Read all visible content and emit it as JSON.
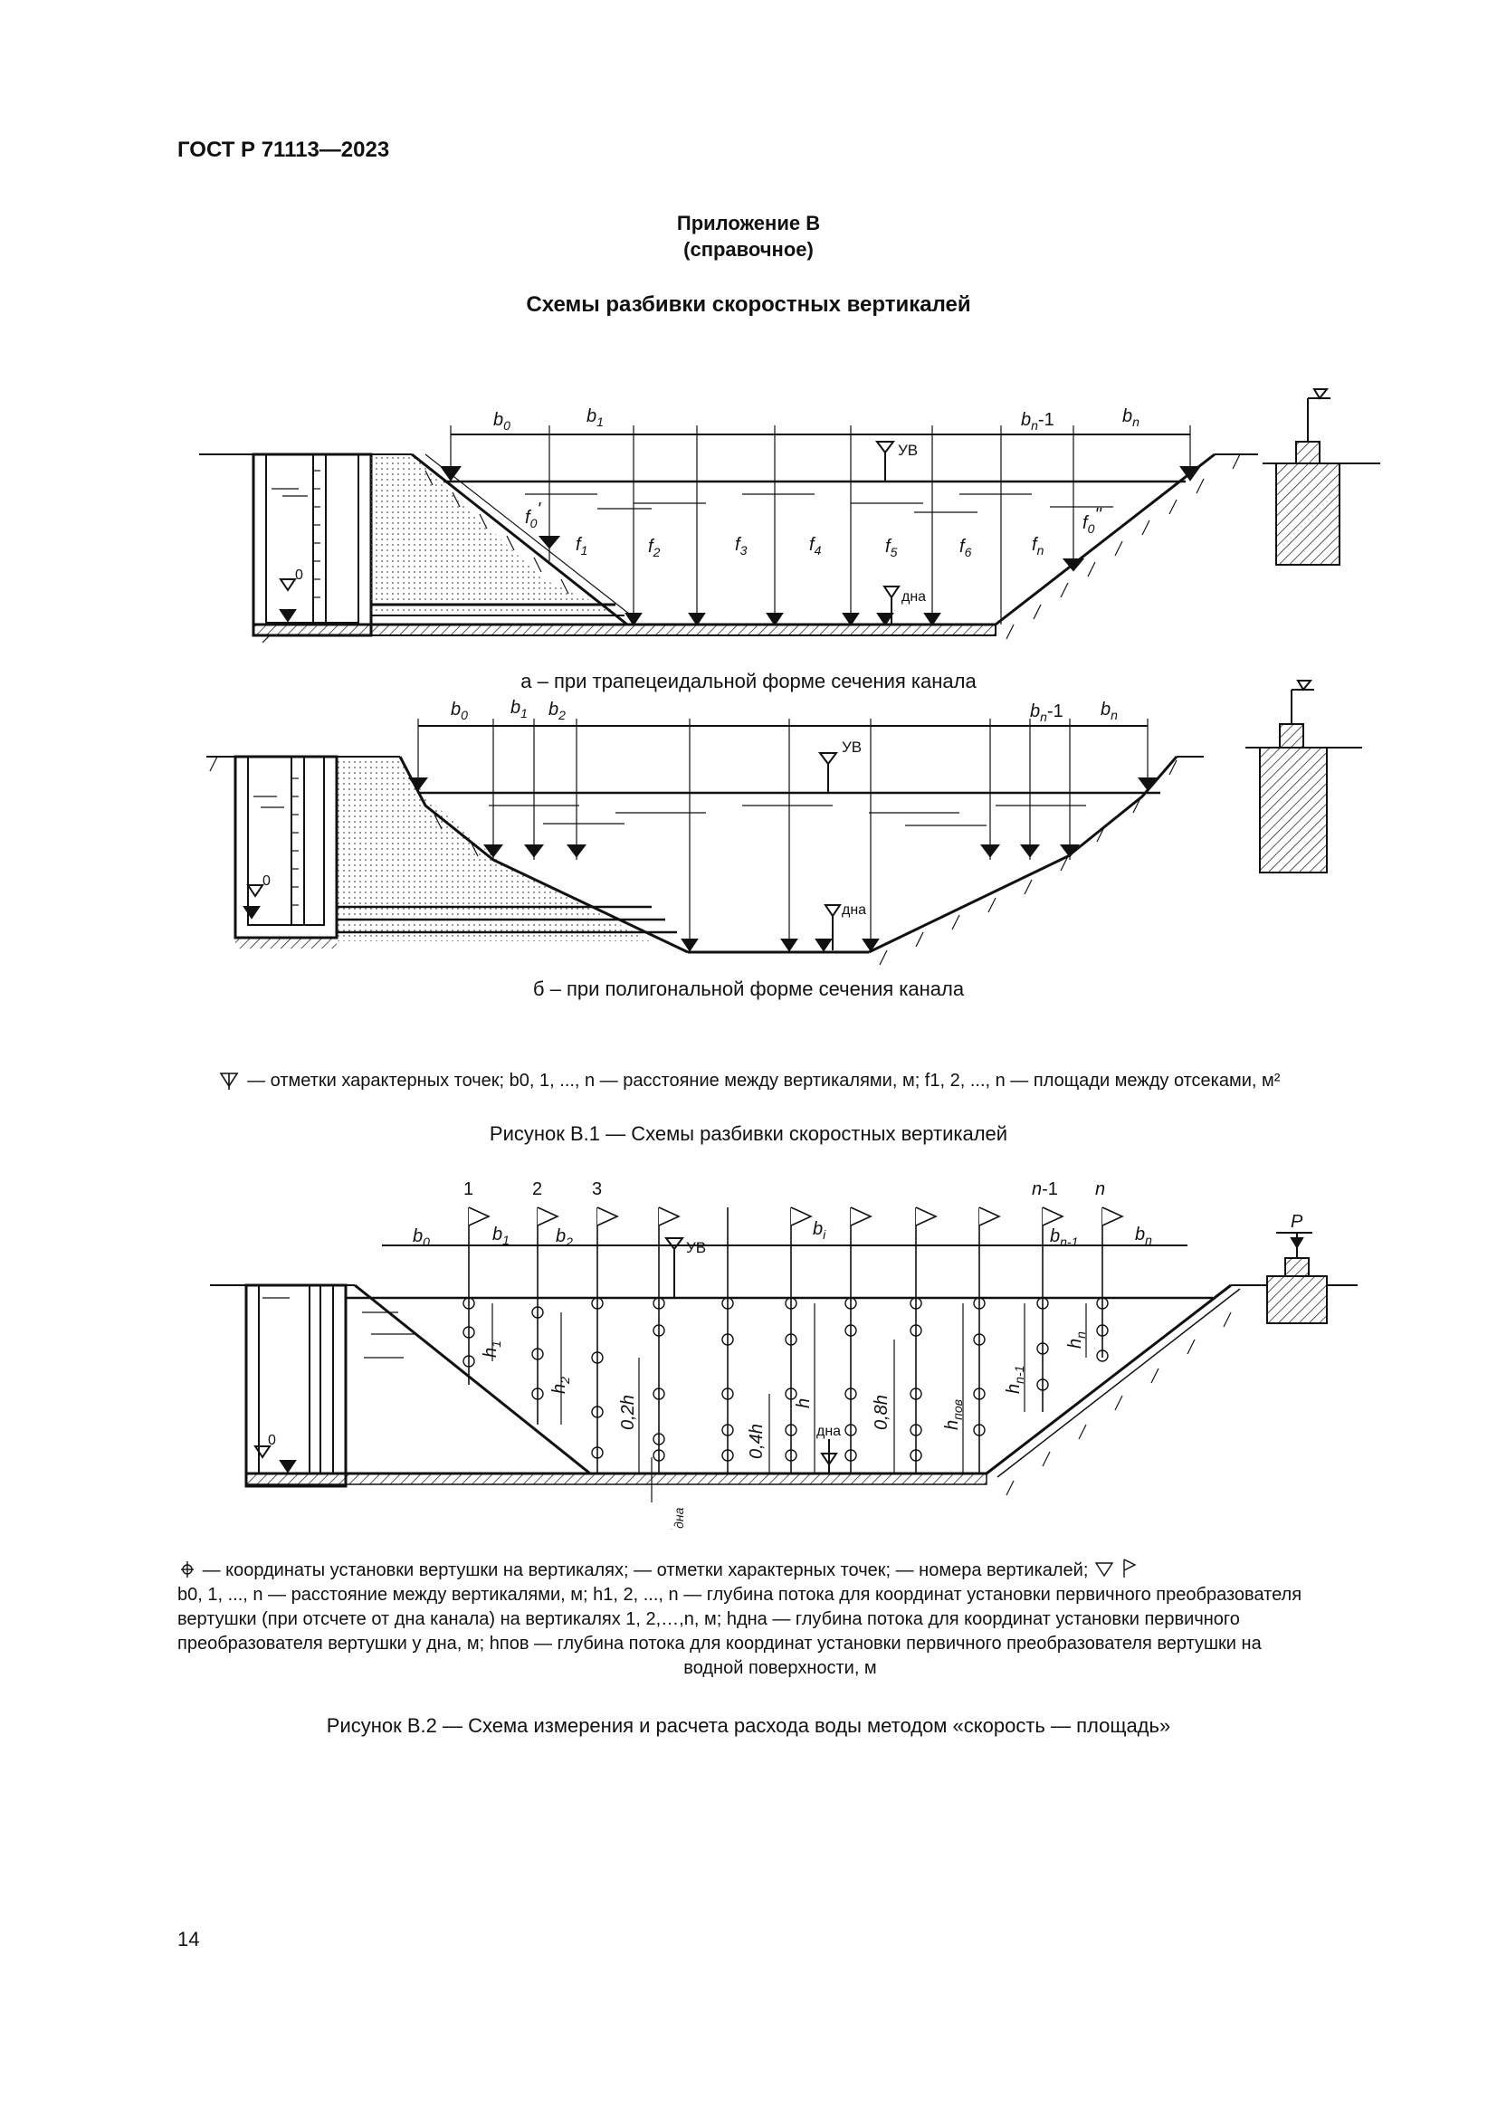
{
  "header": {
    "doc_number": "ГОСТ Р 71113—2023"
  },
  "appendix": {
    "title": "Приложение В",
    "status": "(справочное)",
    "section_title": "Схемы разбивки скоростных вертикалей"
  },
  "figure1": {
    "caption": "Рисунок В.1 — Схемы разбивки скоростных вертикалей",
    "panel_a": {
      "caption": "а – при трапецеидальной форме сечения канала",
      "dims": [
        "b0",
        "b1",
        "bn-1",
        "bn"
      ],
      "areas": [
        "f0'",
        "f1",
        "f2",
        "f3",
        "f4",
        "f5",
        "f6",
        "fn",
        "f0''"
      ],
      "marks": {
        "water_level": "УВ",
        "bottom": "дна",
        "zero": "0"
      }
    },
    "panel_b": {
      "caption": "б – при полигональной форме сечения канала",
      "dims": [
        "b0",
        "b1",
        "b2",
        "bn-1",
        "bn"
      ],
      "marks": {
        "water_level": "УВ",
        "bottom": "дна",
        "zero": "0"
      }
    },
    "legend": "— отметки характерных точек; b0, 1, ..., n — расстояние между вертикалями, м; f1, 2, ..., n — площади между отсеками, м²"
  },
  "figure2": {
    "caption": "Рисунок В.2 — Схема измерения и расчета расхода воды методом «скорость — площадь»",
    "vertical_numbers": [
      "1",
      "2",
      "3",
      "n-1",
      "n"
    ],
    "dims": [
      "b0",
      "b1",
      "b2",
      "bi",
      "bn-1",
      "bn"
    ],
    "depth_labels": [
      "h1",
      "h2",
      "0,2h",
      "0,4h",
      "h",
      "0,8h",
      "hпов",
      "hn-1",
      "hn",
      "hдна"
    ],
    "marks": {
      "water_level": "УВ",
      "bottom": "дна",
      "zero": "0",
      "benchmark": "P"
    },
    "legend_lines": [
      "— координаты установки вертушки на вертикалях; — отметки характерных точек; — номера вертикалей;",
      "b0, 1, ..., n — расстояние между вертикалями, м; h1, 2, ..., n — глубина потока для координат установки первичного преобразователя",
      "вертушки (при отсчете от дна канала) на вертикалях 1, 2,…,n, м; hдна — глубина потока для координат установки первичного",
      "преобразователя вертушки у дна, м; hпов — глубина потока для координат установки первичного преобразователя вертушки на",
      "водной поверхности, м"
    ]
  },
  "page_number": "14"
}
